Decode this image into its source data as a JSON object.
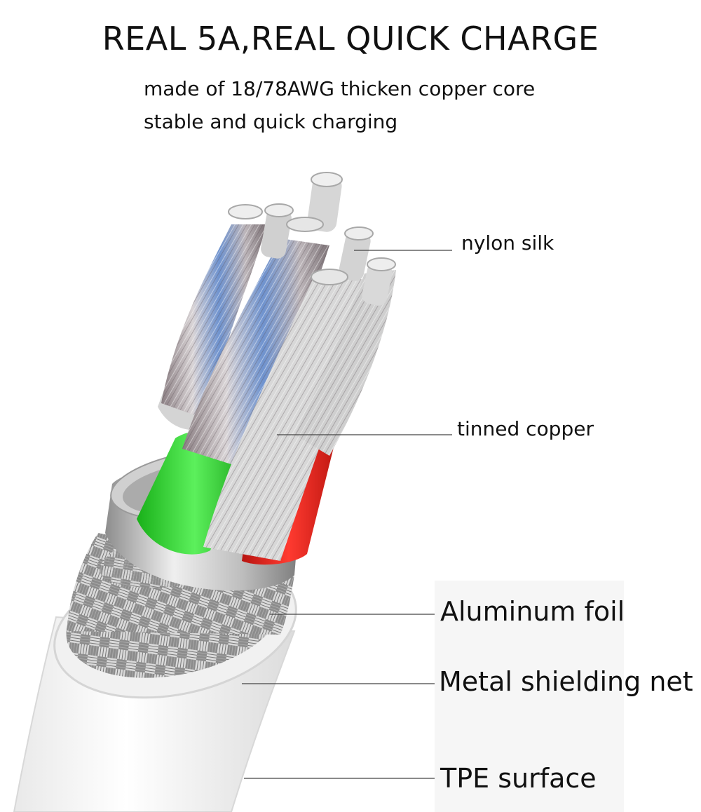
{
  "header": {
    "title": "REAL 5A,REAL QUICK CHARGE",
    "line1": "made of 18/78AWG thicken copper core",
    "line2": "stable and quick charging"
  },
  "labels": {
    "nylon": "nylon silk",
    "tinned": "tinned copper",
    "aluminum": "Aluminum foil",
    "metal": "Metal shielding net",
    "tpe": "TPE surface"
  },
  "colors": {
    "green_wire": "#2fd82f",
    "red_wire": "#e8231c",
    "copper_blue": "#5b8fd6",
    "silver": "#c9c9c9"
  }
}
